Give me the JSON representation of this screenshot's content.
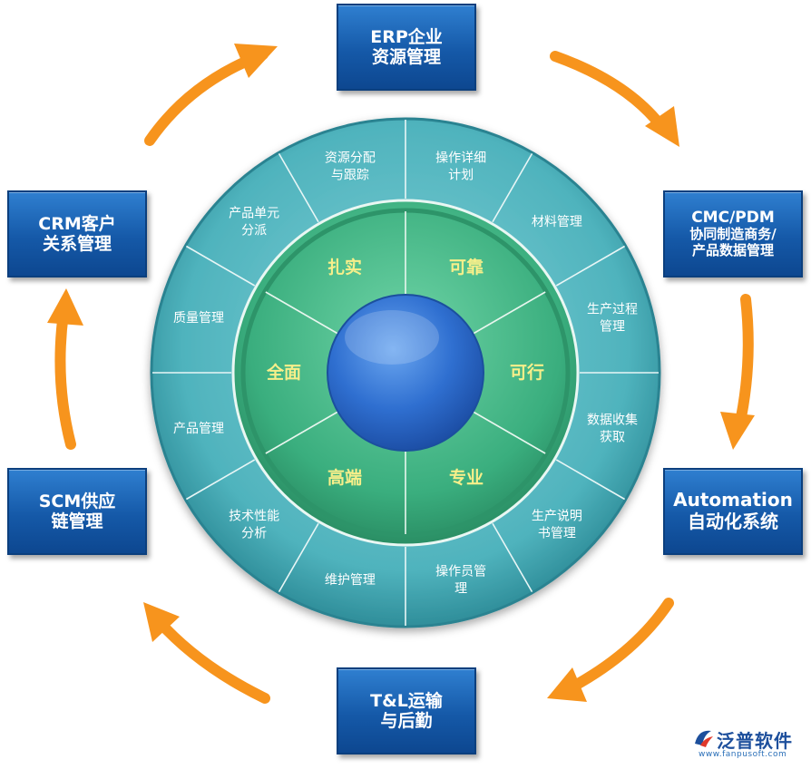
{
  "center_labels": [
    "扎实",
    "可靠",
    "可行",
    "专业",
    "高端",
    "全面"
  ],
  "ring_items": [
    [
      "资源分配",
      "与跟踪"
    ],
    [
      "操作详细",
      "计划"
    ],
    [
      "材料管理"
    ],
    [
      "生产过程",
      "管理"
    ],
    [
      "数据收集",
      "获取"
    ],
    [
      "生产说明",
      "书管理"
    ],
    [
      "操作员管",
      "理"
    ],
    [
      "维护管理"
    ],
    [
      "技术性能",
      "分析"
    ],
    [
      "产品管理"
    ],
    [
      "质量管理"
    ],
    [
      "产品单元",
      "分派"
    ]
  ],
  "boxes": {
    "erp": [
      "ERP企业",
      "资源管理"
    ],
    "cmc": [
      "CMC/PDM",
      "协同制造商务/",
      "产品数据管理"
    ],
    "automation": [
      "Automation",
      "自动化系统"
    ],
    "tl": [
      "T&L运输",
      "与后勤"
    ],
    "scm": [
      "SCM供应",
      "链管理"
    ],
    "crm": [
      "CRM客户",
      "关系管理"
    ]
  },
  "logo": {
    "name": "泛普软件",
    "url": "www.fanpusoft.com"
  },
  "colors": {
    "outer_ring": "#56b8c2",
    "inner_ring": "#3cae80",
    "core": "#2f6fd0",
    "arrow": "#f7941d",
    "box": "#1a5fae",
    "center_text": "#f7ef8a"
  }
}
